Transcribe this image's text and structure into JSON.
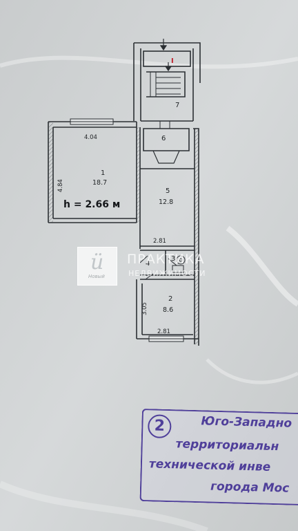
{
  "plan": {
    "entry_mark": "I",
    "rooms": [
      {
        "id": "1",
        "number": "1",
        "area": "18.7"
      },
      {
        "id": "2",
        "number": "2",
        "area": "8.6"
      },
      {
        "id": "3",
        "number": "3",
        "area": ""
      },
      {
        "id": "4",
        "number": "4",
        "area": ""
      },
      {
        "id": "5",
        "number": "5",
        "area": "12.8"
      },
      {
        "id": "6",
        "number": "6",
        "area": ""
      },
      {
        "id": "7",
        "number": "7",
        "area": ""
      }
    ],
    "dimensions": {
      "room1_width": "4.04",
      "room1_depth": "4.84",
      "corridor_width": "2.81",
      "room2_depth": "3.05",
      "room2_width": "2.81"
    },
    "ceiling_height": "h = 2.66 м"
  },
  "watermark": {
    "line1": "ПРАКТИКА",
    "line2": "НЕДВИЖИМОСТИ",
    "logo_sub": "Новый"
  },
  "stamp": {
    "number": "2",
    "lines": [
      "Юго-Западно",
      "территориальн",
      "технической инве",
      "города Мос"
    ]
  },
  "colors": {
    "paper": "#cfd2d3",
    "wall": "#2b2f33",
    "stamp_ink": "#4f3f9a",
    "entry_mark": "#c01f2b"
  }
}
